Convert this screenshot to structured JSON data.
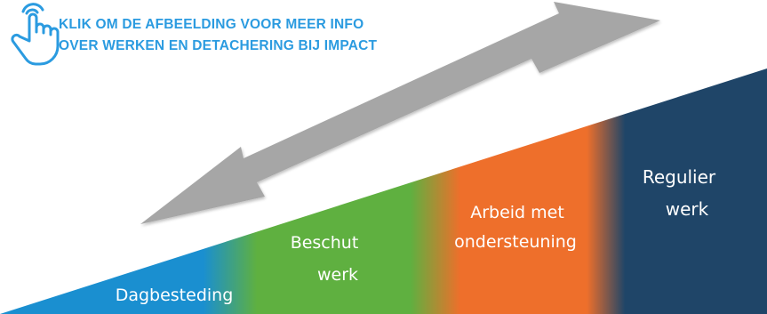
{
  "cta": {
    "line1": "KLIK OM DE AFBEELDING VOOR MEER INFO",
    "line2": "OVER WERKEN EN DETACHERING BIJ IMPACT",
    "icon": "pointing-hand-icon"
  },
  "diagram": {
    "arrow_icon": "double-headed-arrow",
    "segments": [
      {
        "id": "dagbesteding",
        "lines": [
          "Dagbesteding"
        ],
        "color": "#1a8fd0"
      },
      {
        "id": "beschut-werk",
        "lines": [
          "Beschut",
          "werk"
        ],
        "color": "#5fb040"
      },
      {
        "id": "arbeid-met-ondersteuning",
        "lines": [
          "Arbeid met",
          "ondersteuning"
        ],
        "color": "#ee6f2b"
      },
      {
        "id": "regulier-werk",
        "lines": [
          "Regulier",
          "werk"
        ],
        "color": "#1f4568"
      }
    ]
  }
}
